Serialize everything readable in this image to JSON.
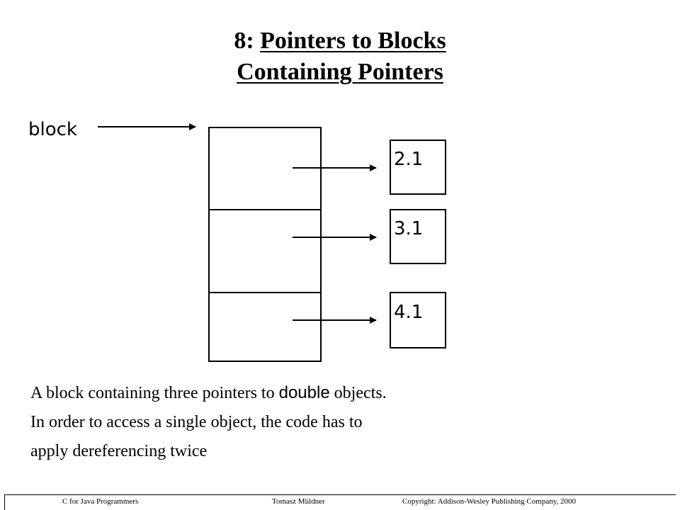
{
  "title": {
    "number": "8: ",
    "line1": "Pointers to Blocks",
    "line2": "Containing Pointers"
  },
  "diagram": {
    "pointer_label": "block",
    "values": [
      "2.1",
      "3.1",
      "4.1"
    ]
  },
  "body": {
    "line1_before": "A block containing three pointers to ",
    "line1_type": "double",
    "line1_after": " objects.",
    "line2": "In order to access a single object, the code has to",
    "line3": "apply dereferencing twice"
  },
  "footer": {
    "left": "C for Java Programmers",
    "center": "Tomasz Müldner",
    "right": "Copyright: Addison-Wesley Publishing Company, 2000"
  }
}
